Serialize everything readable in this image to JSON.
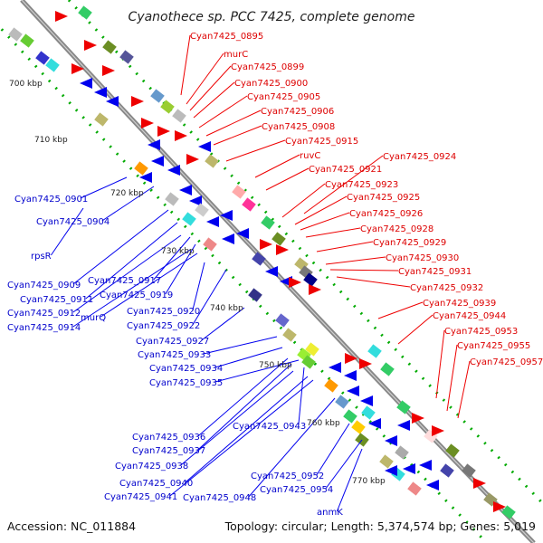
{
  "title": "Cyanothece sp. PCC 7425, complete genome",
  "footer": {
    "accession": "Accession: NC_011884",
    "stats": "Topology: circular; Length: 5,374,574 bp; Genes: 5,019"
  },
  "colors": {
    "forward_gene": "#ee0000",
    "reverse_gene": "#0000ee",
    "backbone": "#888888",
    "tick_dots": "#00aa00"
  },
  "ticks": [
    {
      "label": "700 kbp"
    },
    {
      "label": "710 kbp"
    },
    {
      "label": "720 kbp"
    },
    {
      "label": "730 kbp"
    },
    {
      "label": "740 kbp"
    },
    {
      "label": "750 kbp"
    },
    {
      "label": "760 kbp"
    },
    {
      "label": "770 kbp"
    }
  ],
  "forward_labels": [
    "Cyan7425_0895",
    "murC",
    "Cyan7425_0899",
    "Cyan7425_0900",
    "Cyan7425_0905",
    "Cyan7425_0906",
    "Cyan7425_0908",
    "Cyan7425_0915",
    "ruvC",
    "Cyan7425_0921",
    "Cyan7425_0924",
    "Cyan7425_0923",
    "Cyan7425_0925",
    "Cyan7425_0926",
    "Cyan7425_0928",
    "Cyan7425_0929",
    "Cyan7425_0930",
    "Cyan7425_0931",
    "Cyan7425_0932",
    "Cyan7425_0939",
    "Cyan7425_0944",
    "Cyan7425_0953",
    "Cyan7425_0955",
    "Cyan7425_0957"
  ],
  "reverse_labels": [
    "Cyan7425_0901",
    "Cyan7425_0904",
    "rpsR",
    "Cyan7425_0909",
    "Cyan7425_0917",
    "Cyan7425_0911",
    "Cyan7425_0919",
    "Cyan7425_0912",
    "murQ",
    "Cyan7425_0920",
    "Cyan7425_0914",
    "Cyan7425_0922",
    "Cyan7425_0927",
    "Cyan7425_0933",
    "Cyan7425_0934",
    "Cyan7425_0935",
    "Cyan7425_0943",
    "Cyan7425_0936",
    "Cyan7425_0937",
    "Cyan7425_0938",
    "Cyan7425_0952",
    "Cyan7425_0940",
    "Cyan7425_0954",
    "Cyan7425_0941",
    "Cyan7425_0948",
    "anmK"
  ]
}
